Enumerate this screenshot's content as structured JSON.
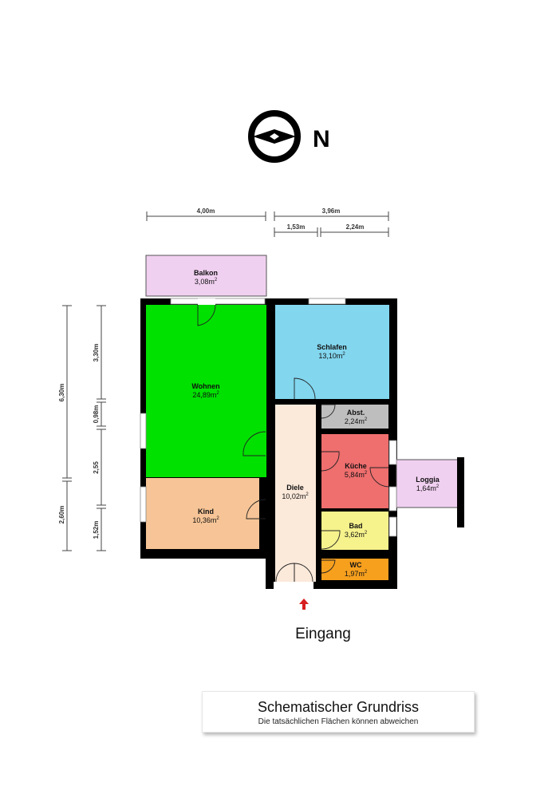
{
  "compass": {
    "letter": "N"
  },
  "rooms": {
    "balkon": {
      "name": "Balkon",
      "area": "3,08m",
      "color": "#F0D0F0"
    },
    "wohnen": {
      "name": "Wohnen",
      "area": "24,89m",
      "color": "#00E100"
    },
    "schlafen": {
      "name": "Schlafen",
      "area": "13,10m",
      "color": "#82D6EE"
    },
    "abst": {
      "name": "Abst.",
      "area": "2,24m",
      "color": "#BEBEBE"
    },
    "kueche": {
      "name": "Küche",
      "area": "5,84m",
      "color": "#EF6E6E"
    },
    "loggia": {
      "name": "Loggia",
      "area": "1,64m",
      "color": "#F0D0F0"
    },
    "kind": {
      "name": "Kind",
      "area": "10,36m",
      "color": "#F6C496"
    },
    "diele": {
      "name": "Diele",
      "area": "10,02m",
      "color": "#FBE9DA"
    },
    "bad": {
      "name": "Bad",
      "area": "3,62m",
      "color": "#F6F28C"
    },
    "wc": {
      "name": "WC",
      "area": "1,97m",
      "color": "#F7A01E"
    }
  },
  "area_unit_superscript": "2",
  "dimensions": {
    "top_left": "4,00m",
    "top_right": "3,96m",
    "sub_left": "1,53m",
    "sub_right": "2,24m",
    "outer_total": "6,30m",
    "outer_bottom": "2,60m",
    "inner_top": "3,30m",
    "inner_mid": "0,98m",
    "inner_lower": "2,55",
    "inner_bottom": "1,52m"
  },
  "entrance": {
    "label": "Eingang",
    "arrow_color": "#D62020"
  },
  "colors": {
    "wall": "#000000"
  },
  "caption": {
    "title": "Schematischer Grundriss",
    "subtitle": "Die tatsächlichen Flächen können abweichen"
  }
}
